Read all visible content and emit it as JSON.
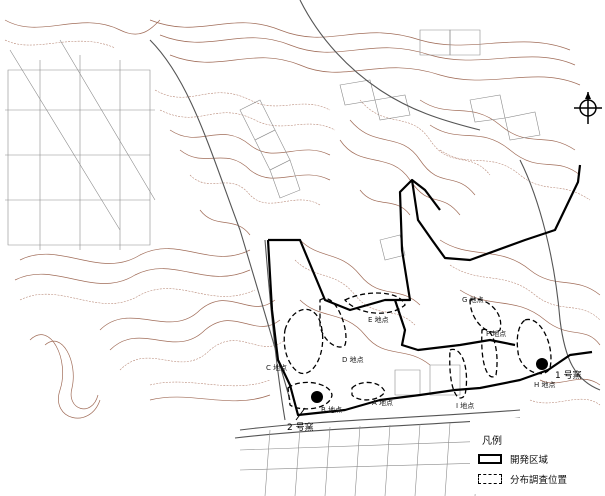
{
  "map": {
    "points": {
      "a": "A 地点",
      "b": "B 地点",
      "c": "C 地点",
      "d": "D 地点",
      "e": "E 地点",
      "f": "F 地点",
      "g": "G 地点",
      "h": "H 地点",
      "i": "I 地点"
    },
    "kilns": {
      "k1": "1 号窯",
      "k2": "2 号窯"
    }
  },
  "legend": {
    "title": "凡例",
    "development_area": "開発区域",
    "survey_location": "分布調査位置"
  },
  "icons": {
    "north": "north-arrow-icon"
  }
}
